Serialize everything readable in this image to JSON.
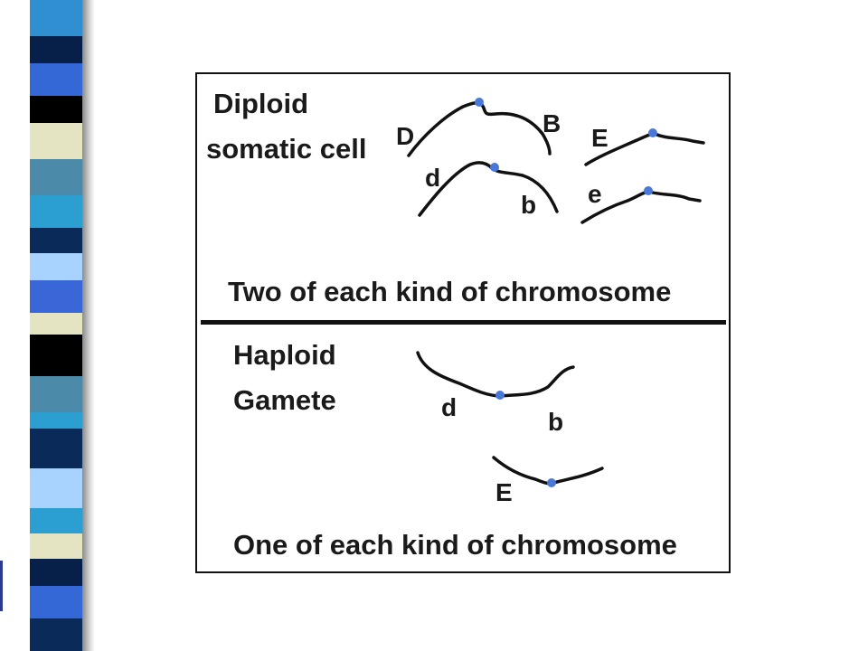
{
  "diploid": {
    "label_line1": "Diploid",
    "label_line2": "somatic cell",
    "caption": "Two of each kind of chromosome",
    "genes": {
      "D": "D",
      "B": "B",
      "d": "d",
      "b": "b",
      "E": "E",
      "e": "e"
    }
  },
  "haploid": {
    "label_line1": "Haploid",
    "label_line2": "Gamete",
    "caption": "One of each kind of chromosome",
    "genes": {
      "d": "d",
      "b": "b",
      "E": "E"
    }
  },
  "colors": {
    "chromosome": "#111111",
    "centromere": "#4a78d8",
    "frame": "#111111"
  }
}
